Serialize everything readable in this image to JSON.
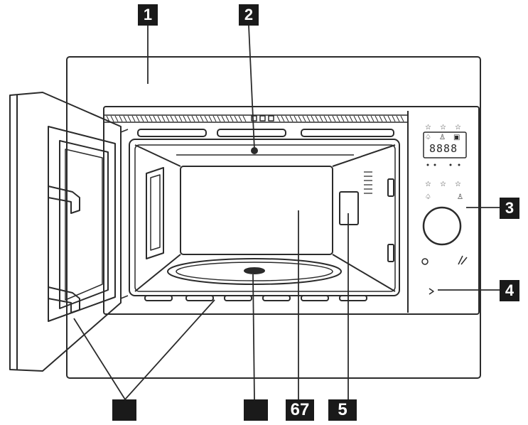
{
  "callouts": {
    "c1": "1",
    "c2": "2",
    "c3": "3",
    "c4": "4",
    "c8": "",
    "c9": "",
    "c67": "67",
    "c5": "5"
  },
  "panel": {
    "display_digits": "8888"
  },
  "colors": {
    "line": "#2b2b2b",
    "label_bg": "#1a1a1a",
    "label_text": "#ffffff"
  }
}
